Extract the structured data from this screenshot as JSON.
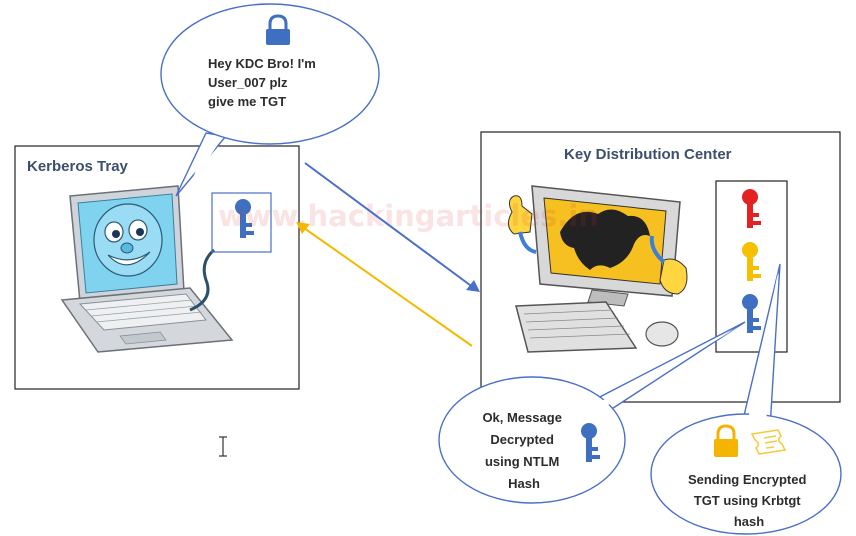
{
  "left_panel": {
    "title": "Kerberos Tray"
  },
  "right_panel": {
    "title": "Key Distribution Center"
  },
  "bubble_request": {
    "lines": [
      "Hey KDC Bro! I'm",
      "User_007 plz",
      "give me TGT"
    ]
  },
  "bubble_decrypt": {
    "lines": [
      "Ok, Message",
      "Decrypted",
      "using NTLM",
      "Hash"
    ]
  },
  "bubble_tgt": {
    "lines": [
      "Sending Encrypted",
      "TGT using Krbtgt",
      "hash"
    ]
  },
  "watermark": "www.hackingarticles.in",
  "colors": {
    "blue_key": "#3f6fc0",
    "red_key": "#e52222",
    "yellow_key": "#f5c000",
    "lock": "#f5b400",
    "request_arrow": "#4a6fc9",
    "response_arrow": "#f5b800",
    "bubble_stroke": "#4a6fc9"
  },
  "icons": [
    "lock-icon",
    "key-icon",
    "ticket-icon"
  ]
}
